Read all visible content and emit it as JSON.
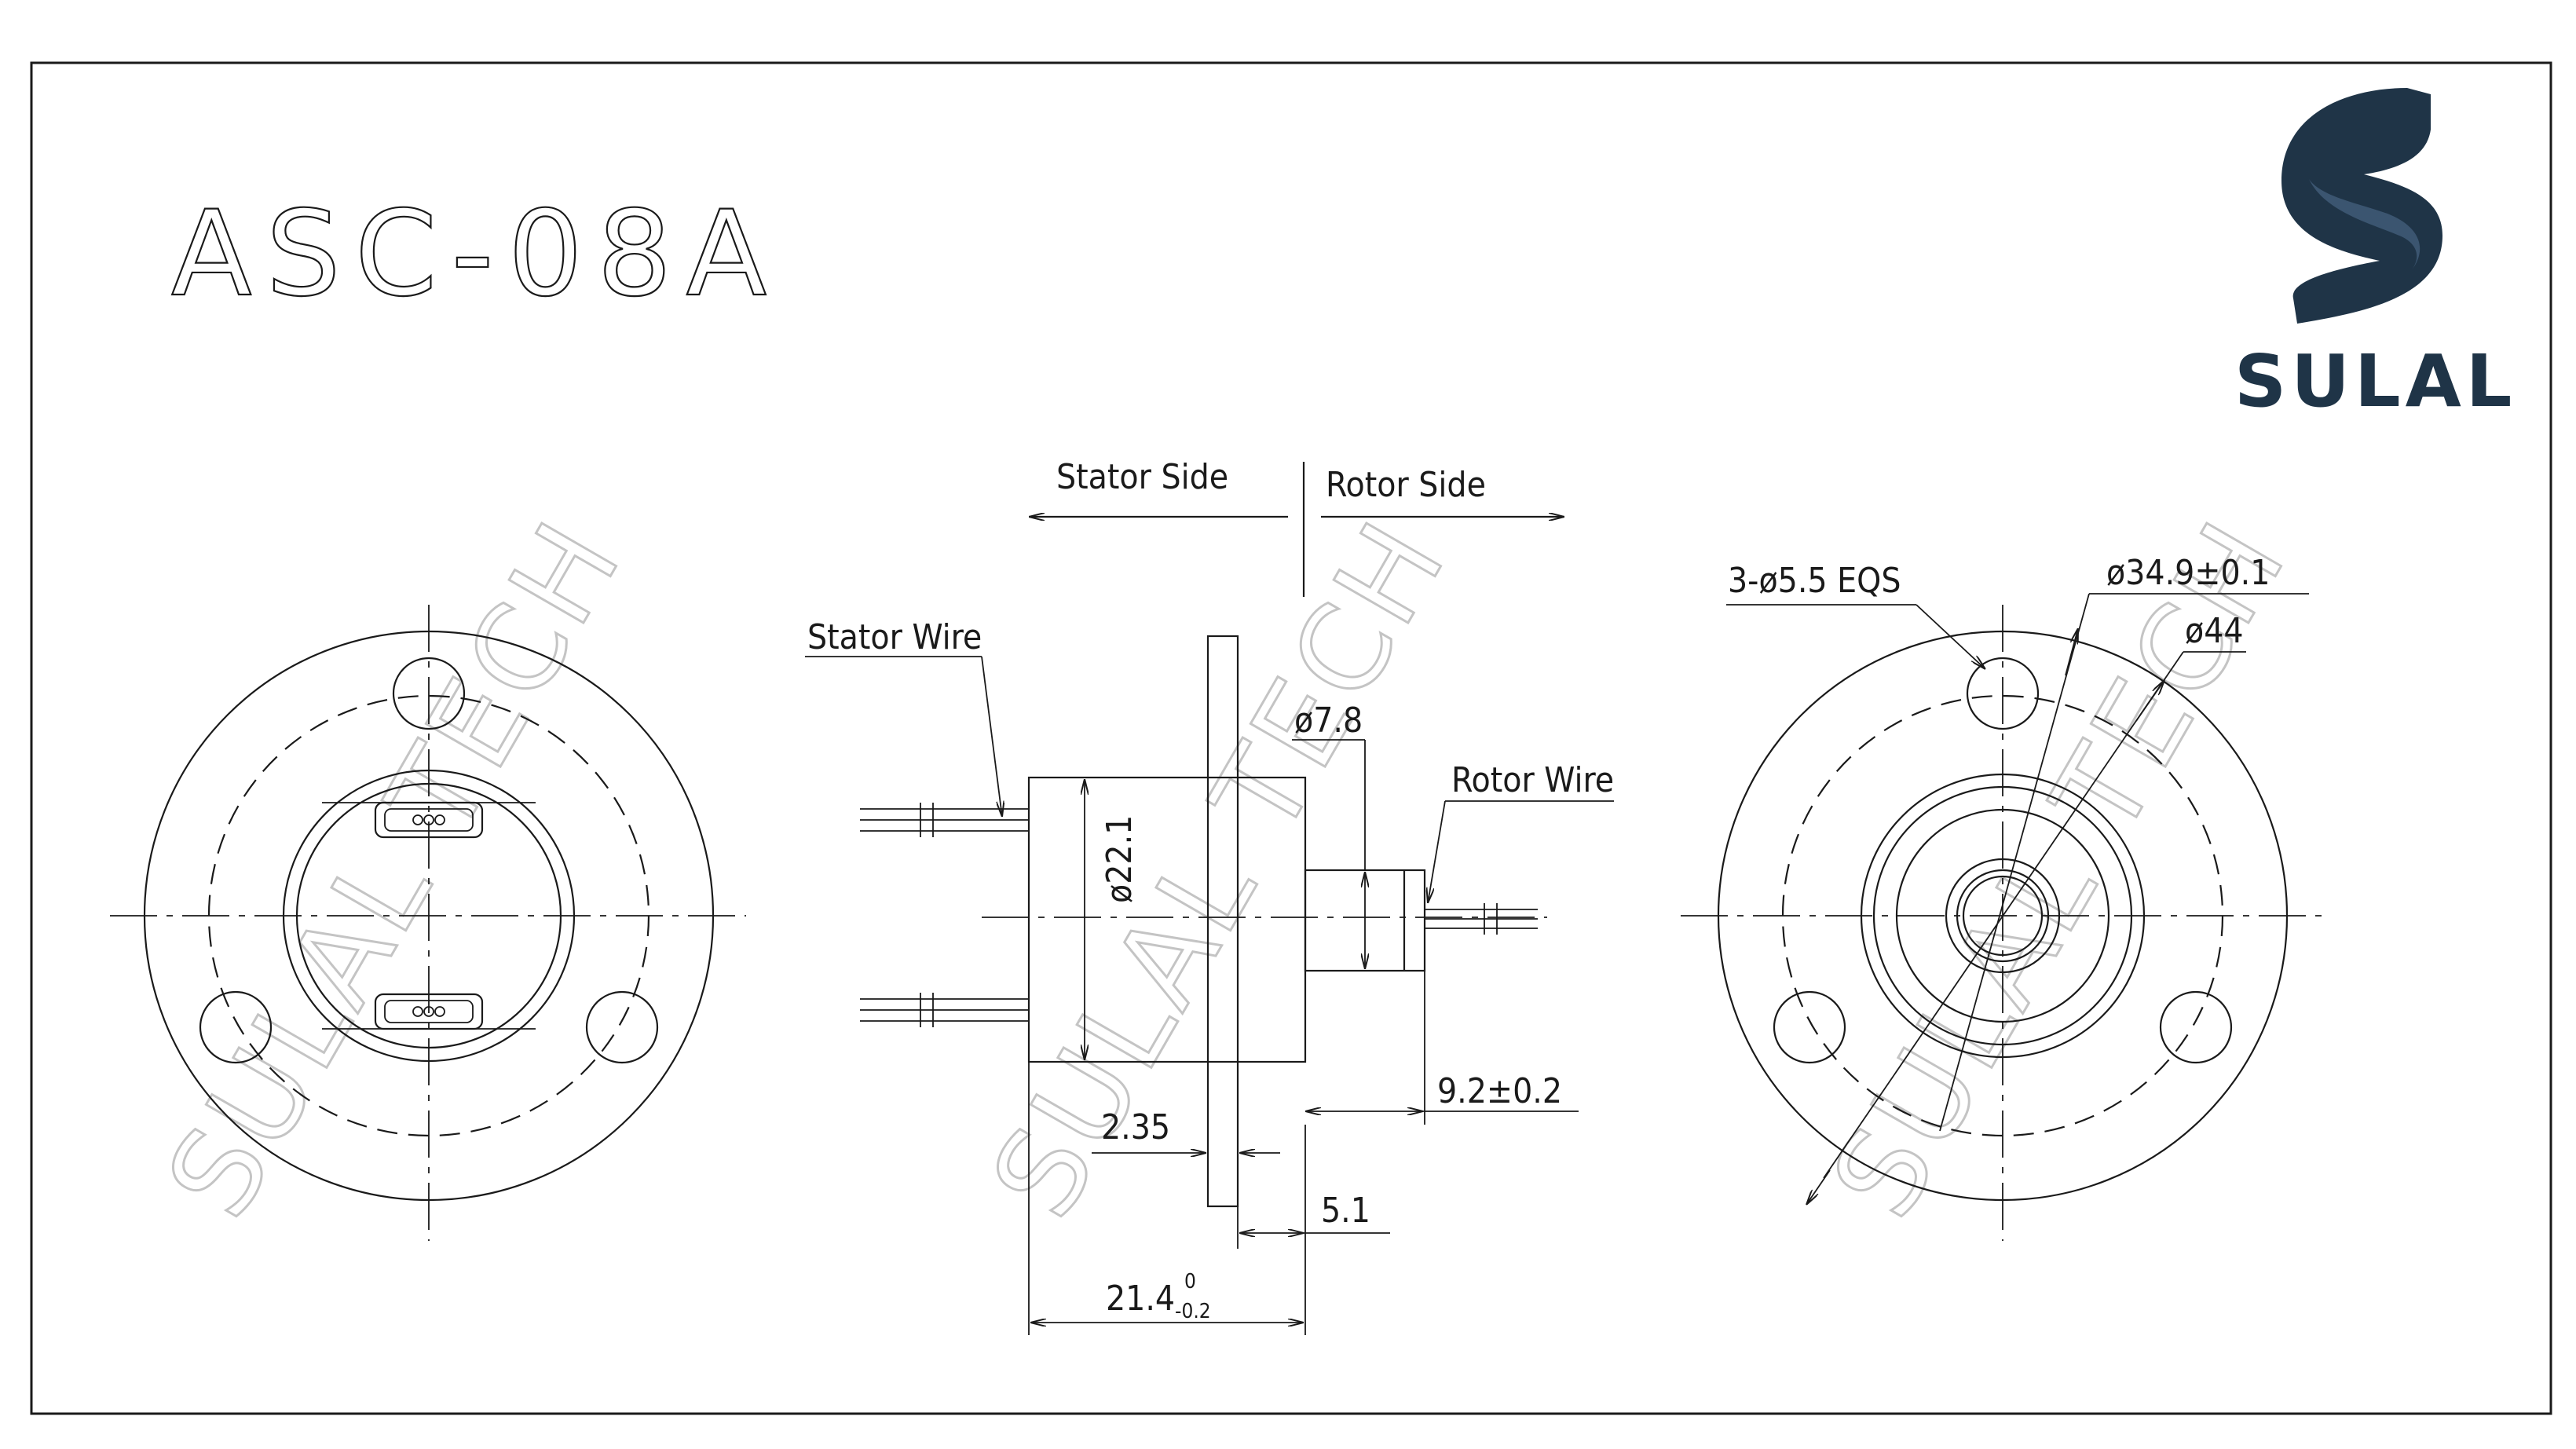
{
  "title": "ASC-08A",
  "brand": {
    "name": "SULAL",
    "logo_icon": "s-swoosh-logo-icon",
    "color": "#1f3447"
  },
  "watermark": "SULAL TECH",
  "side_view": {
    "stator_side": "Stator Side",
    "rotor_side": "Rotor Side",
    "stator_wire": "Stator Wire",
    "rotor_wire": "Rotor Wire",
    "dim_diameter_body": "ø22.1",
    "dim_diameter_shaft": "ø7.8",
    "dim_shaft_length": "9.2±0.2",
    "dim_flange_offset": "2.35",
    "dim_flange_thickness": "5.1",
    "dim_total_length": "21.4",
    "dim_total_tol_upper": "0",
    "dim_total_tol_lower": "-0.2"
  },
  "right_view": {
    "dim_holes": "3-ø5.5 EQS",
    "dim_pcd": "ø34.9±0.1",
    "dim_outer": "ø44"
  },
  "colors": {
    "line": "#1a1a1a",
    "watermark": "#c4c4c4",
    "background": "#ffffff"
  }
}
